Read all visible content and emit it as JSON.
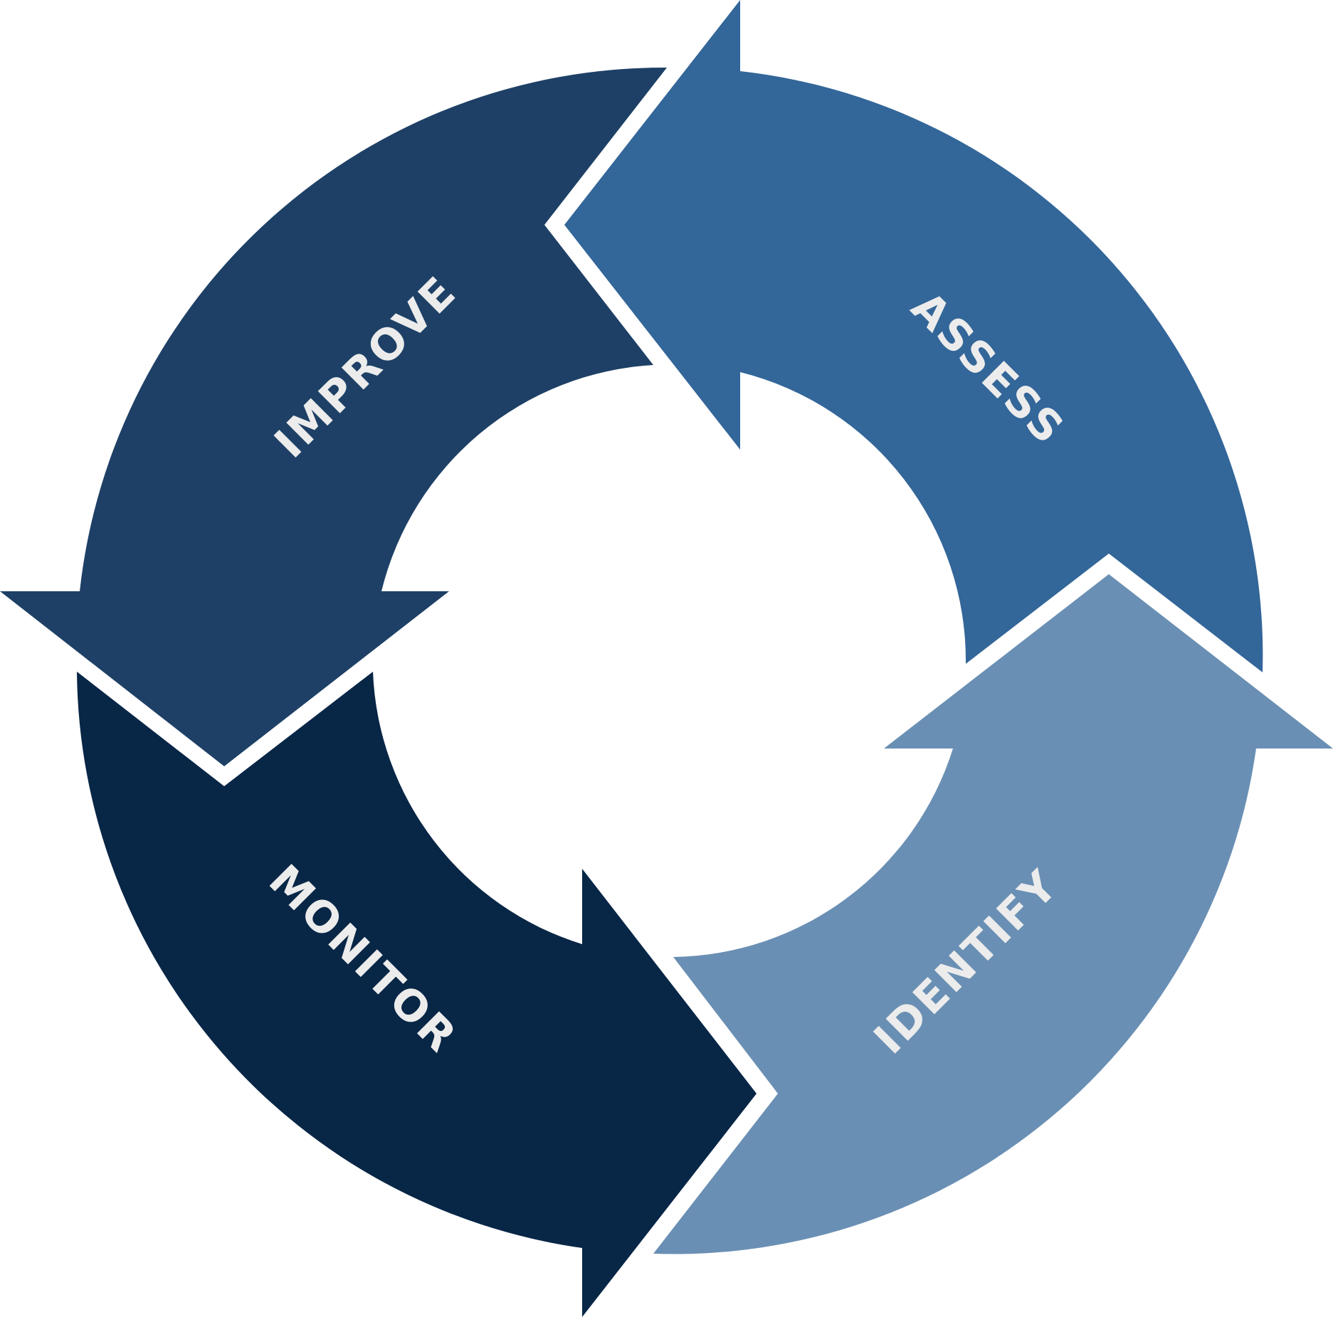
{
  "cycle": {
    "segments": [
      {
        "id": "assess",
        "label": "ASSESS",
        "color": "#336699"
      },
      {
        "id": "identify",
        "label": "IDENTIFY",
        "color": "#6a8fb4"
      },
      {
        "id": "monitor",
        "label": "MONITOR",
        "color": "#082646"
      },
      {
        "id": "improve",
        "label": "IMPROVE",
        "color": "#1e4066"
      }
    ],
    "label_color": "#ececec",
    "background": "#ffffff"
  }
}
